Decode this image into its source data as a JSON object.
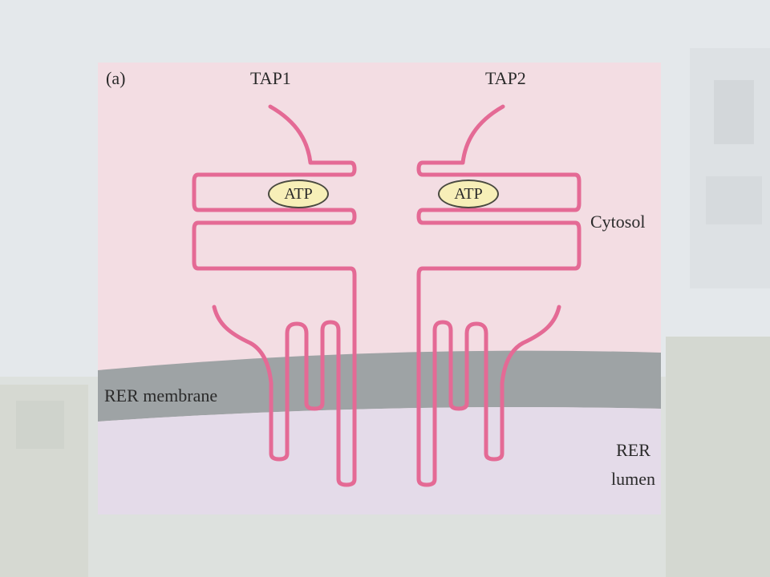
{
  "figure": {
    "panel_label": "(a)",
    "tap1_label": "TAP1",
    "tap2_label": "TAP2",
    "atp_left": "ATP",
    "atp_right": "ATP",
    "cytosol_label": "Cytosol",
    "membrane_label": "RER membrane",
    "lumen_line1": "RER",
    "lumen_line2": "lumen"
  },
  "colors": {
    "page_background": "#e3e7ea",
    "figure_background": "#f3dde3",
    "membrane": "#9ea3a5",
    "lumen": "#e4dbe9",
    "protein_chain": "#e46a95",
    "atp_fill": "#f7efb8"
  }
}
